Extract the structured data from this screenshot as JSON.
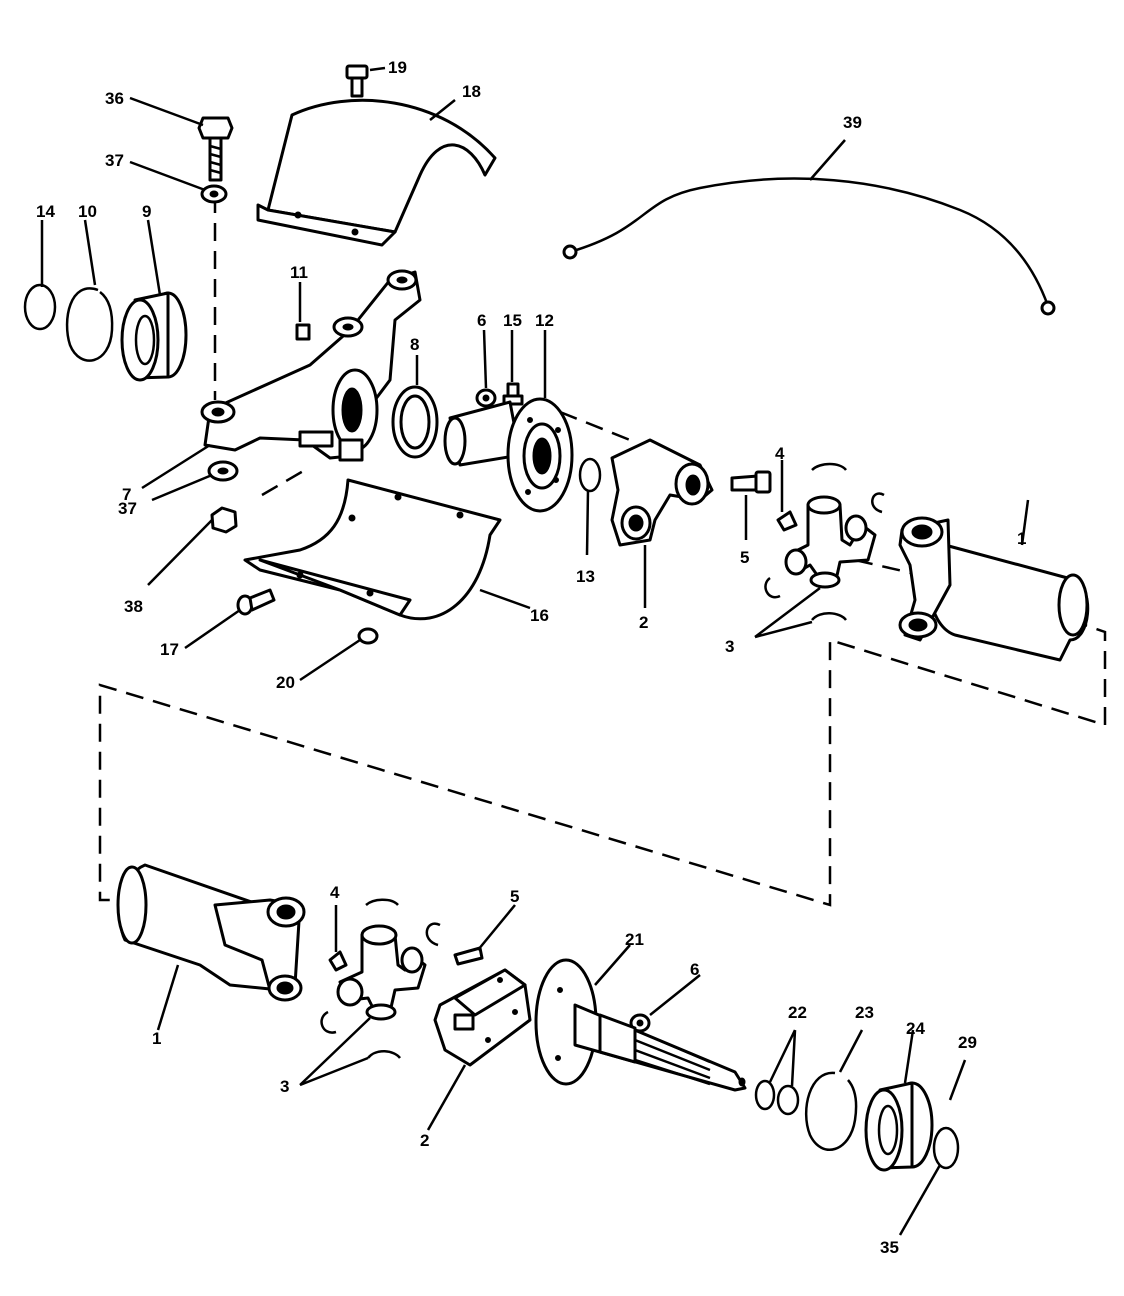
{
  "diagram": {
    "callouts": {
      "c1a": "1",
      "c1b": "1",
      "c2a": "2",
      "c2b": "2",
      "c3a": "3",
      "c3b": "3",
      "c4a": "4",
      "c4b": "4",
      "c5a": "5",
      "c5b": "5",
      "c6a": "6",
      "c6b": "6",
      "c7": "7",
      "c8": "8",
      "c9": "9",
      "c10": "10",
      "c11": "11",
      "c12": "12",
      "c13": "13",
      "c14": "14",
      "c15": "15",
      "c16": "16",
      "c17": "17",
      "c18": "18",
      "c19": "19",
      "c20": "20",
      "c21": "21",
      "c22": "22",
      "c23": "23",
      "c24": "24",
      "c29": "29",
      "c35": "35",
      "c36": "36",
      "c37a": "37",
      "c37b": "37",
      "c38": "38",
      "c39": "39"
    }
  }
}
